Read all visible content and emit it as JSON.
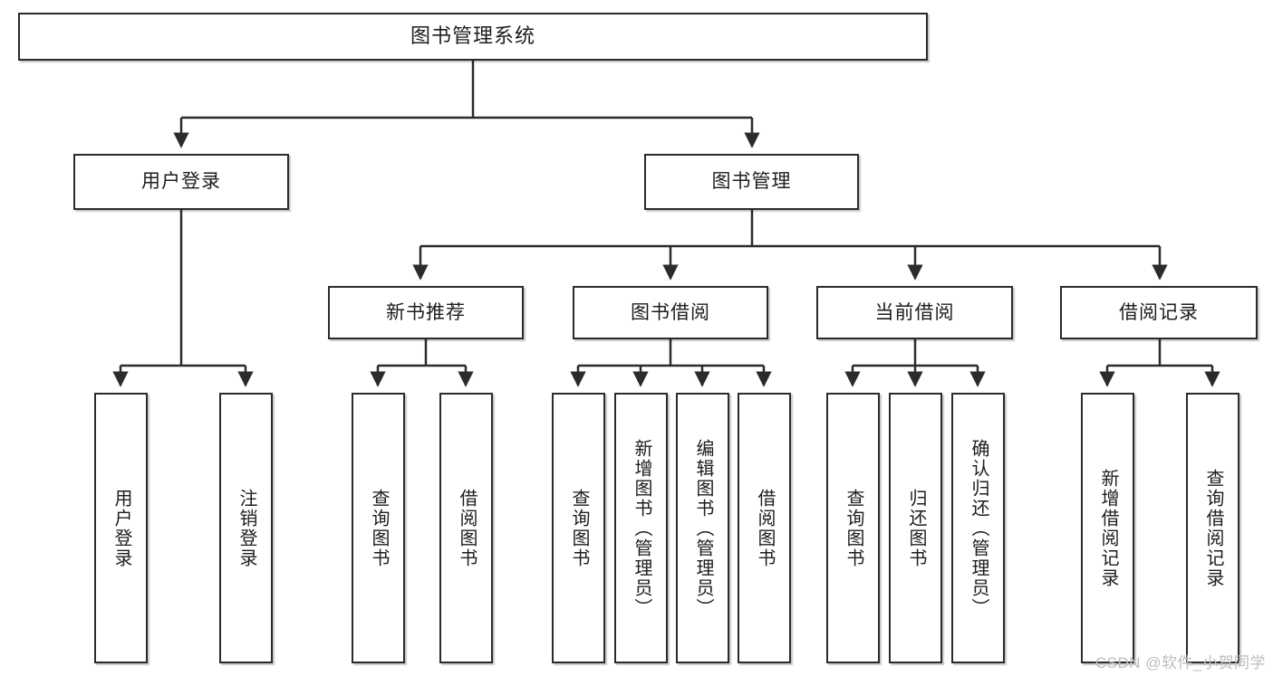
{
  "diagram": {
    "title": "图书管理系统",
    "type": "tree-hierarchy-function-structure",
    "background_color": "#ffffff",
    "box_border_color": "#2b2b2b",
    "connector_color": "#2b2b2b",
    "text_color": "#1d1d1d"
  },
  "root": {
    "label": "图书管理系统"
  },
  "level2": [
    {
      "label": "用户登录"
    },
    {
      "label": "图书管理"
    }
  ],
  "level3": [
    {
      "label": "新书推荐"
    },
    {
      "label": "图书借阅"
    },
    {
      "label": "当前借阅"
    },
    {
      "label": "借阅记录"
    }
  ],
  "leaves": {
    "user_login": [
      {
        "label": "用户登录"
      },
      {
        "label": "注销登录"
      }
    ],
    "new_book_recommend": [
      {
        "label": "查询图书"
      },
      {
        "label": "借阅图书"
      }
    ],
    "book_borrow": [
      {
        "label": "查询图书"
      },
      {
        "label": "新增图书（管理员）"
      },
      {
        "label": "编辑图书（管理员）"
      },
      {
        "label": "借阅图书"
      }
    ],
    "current_borrow": [
      {
        "label": "查询图书"
      },
      {
        "label": "归还图书"
      },
      {
        "label": "确认归还（管理员）"
      }
    ],
    "borrow_record": [
      {
        "label": "新增借阅记录"
      },
      {
        "label": "查询借阅记录"
      }
    ]
  },
  "watermark": {
    "text": "CSDN @软件_小贺同学",
    "color": "#bdbdbd"
  }
}
